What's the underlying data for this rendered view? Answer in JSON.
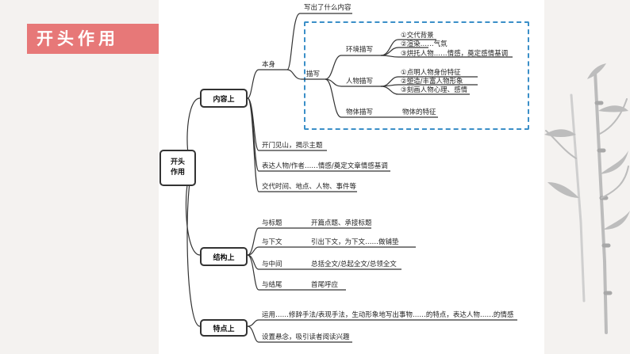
{
  "title": "开头作用",
  "root": "开头\n作用",
  "content": {
    "label": "内容上",
    "what": "写出了什么内容",
    "itself": "本身",
    "describe": "描写",
    "env": {
      "label": "环境描写",
      "items": [
        "①交代背景",
        "②渲染……气氛",
        "③烘托人物……情感，奠定感情基调"
      ]
    },
    "person": {
      "label": "人物描写",
      "items": [
        "①点明人物身份特征",
        "②塑造/丰富人物形象",
        "③刻画人物心理、感情"
      ]
    },
    "object": {
      "label": "物体描写",
      "value": "物体的特征"
    },
    "open": "开门见山，揭示主题",
    "express": "表达人物/作者……情感/奠定文章情感基调",
    "time": "交代时间、地点、人物、事件等"
  },
  "structure": {
    "label": "结构上",
    "rows": [
      {
        "label": "与标题",
        "value": "开篇点题、承接标题"
      },
      {
        "label": "与下文",
        "value": "引出下文，为下文……做铺垫"
      },
      {
        "label": "与中间",
        "value": "总括全文/总起全文/总领全文"
      },
      {
        "label": "与结尾",
        "value": "首尾呼应"
      }
    ]
  },
  "feature": {
    "label": "特点上",
    "rows": [
      "运用……修辞手法/表现手法，生动形象地写出事物……的特点，表达人物……的情感",
      "设置悬念，吸引读者阅读兴趣"
    ]
  }
}
